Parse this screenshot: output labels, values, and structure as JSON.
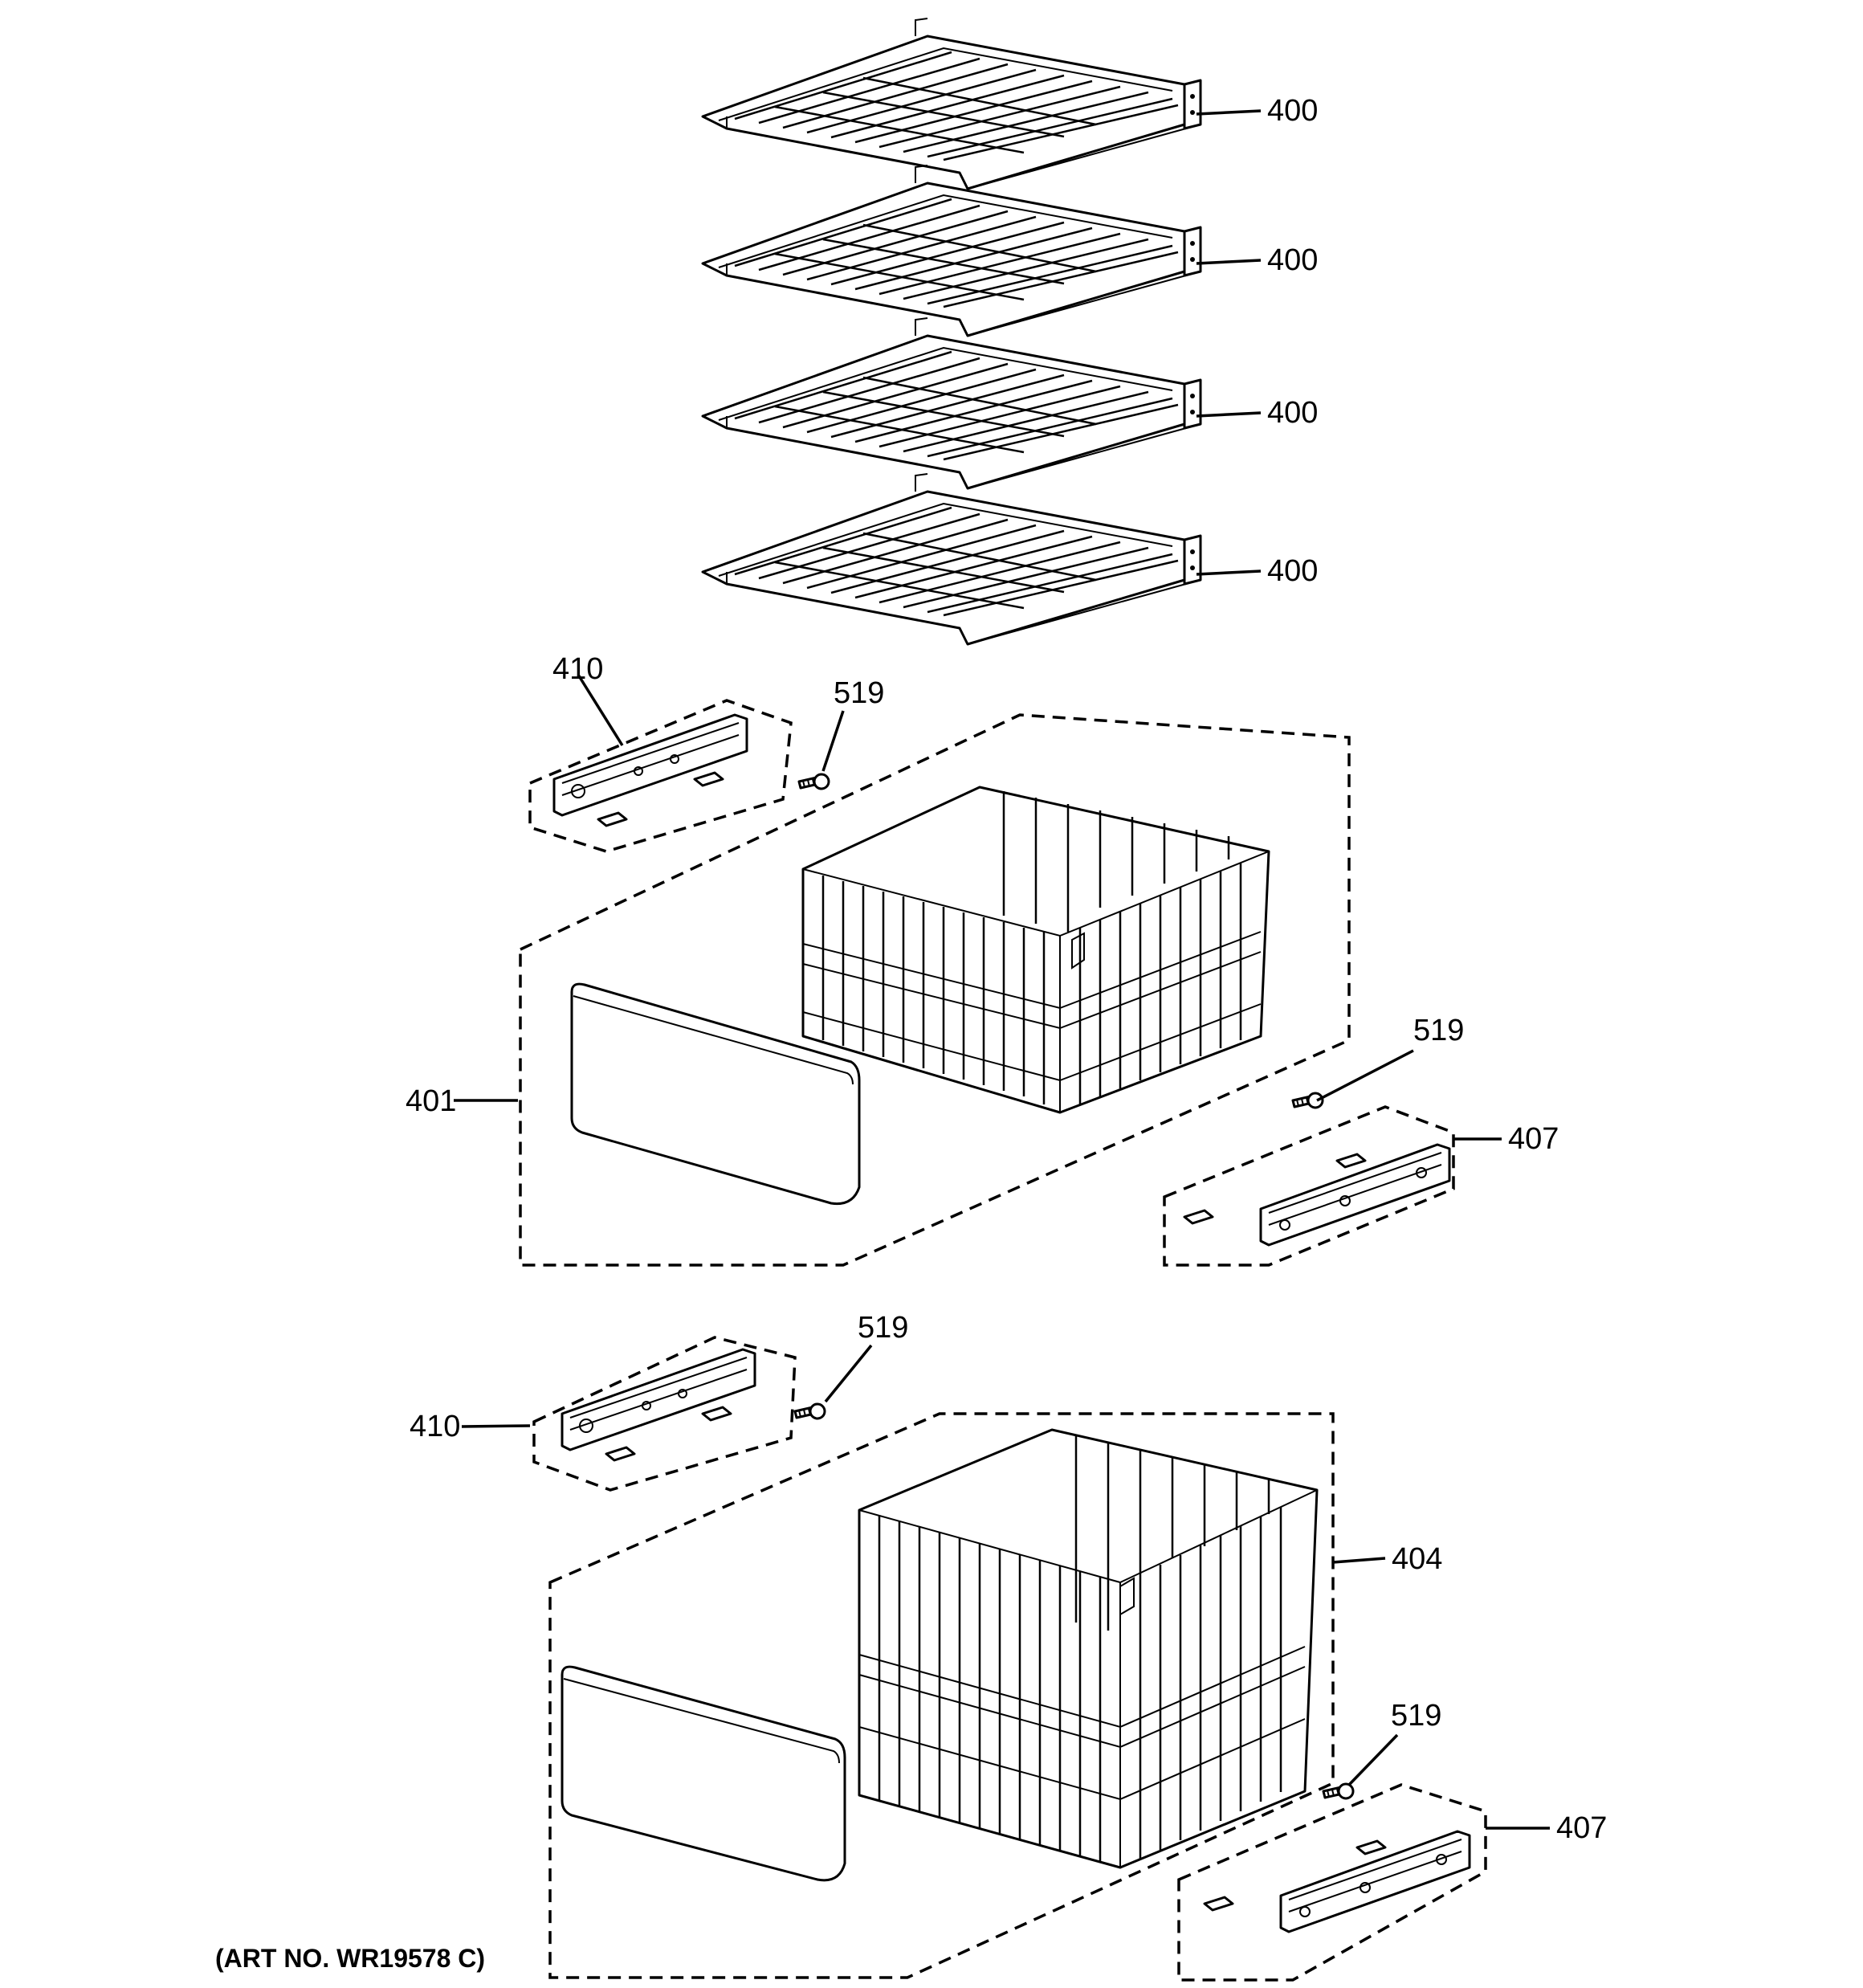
{
  "callouts": {
    "shelf_1": "400",
    "shelf_2": "400",
    "shelf_3": "400",
    "shelf_4": "400",
    "rail_left_upper": "410",
    "rail_left_lower": "410",
    "screw_1": "519",
    "screw_2": "519",
    "screw_3": "519",
    "screw_4": "519",
    "basket_upper": "401",
    "basket_lower": "404",
    "rail_right_upper": "407",
    "rail_right_lower": "407"
  },
  "art_number": "(ART NO. WR19578 C)"
}
